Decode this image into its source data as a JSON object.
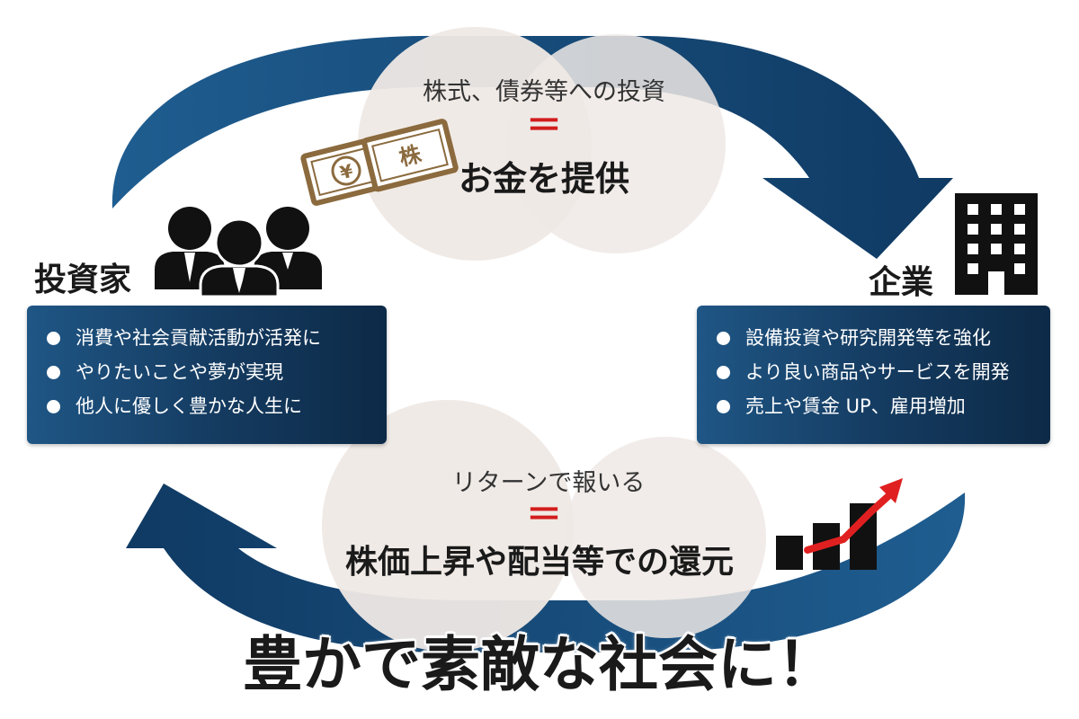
{
  "colors": {
    "arrow_dark": "#0f3a63",
    "arrow_light": "#1f5d90",
    "box_dark": "#0d2a47",
    "box_light": "#1f5685",
    "circle_fill": "#efe9e5",
    "accent_red": "#d21d1d",
    "money_gold": "#8b6a3e"
  },
  "top_flow": {
    "subtitle": "株式、債券等への投資",
    "equals": "＝",
    "title": "お金を提供",
    "stock_label": "株",
    "yen_label": "¥"
  },
  "bottom_flow": {
    "subtitle": "リターンで報いる",
    "equals": "＝",
    "title": "株価上昇や配当等での還元"
  },
  "investor": {
    "label": "投資家",
    "icon": "people-group-icon",
    "items": [
      "消費や社会貢献活動が活発に",
      "やりたいことや夢が実現",
      "他人に優しく豊かな人生に"
    ]
  },
  "company": {
    "label": "企業",
    "icon": "building-icon",
    "items": [
      "設備投資や研究開発等を強化",
      "より良い商品やサービスを開発",
      "売上や賃金 UP、雇用増加"
    ]
  },
  "growth_icon": "growth-chart-icon",
  "slogan": "豊かで素敵な社会に！"
}
